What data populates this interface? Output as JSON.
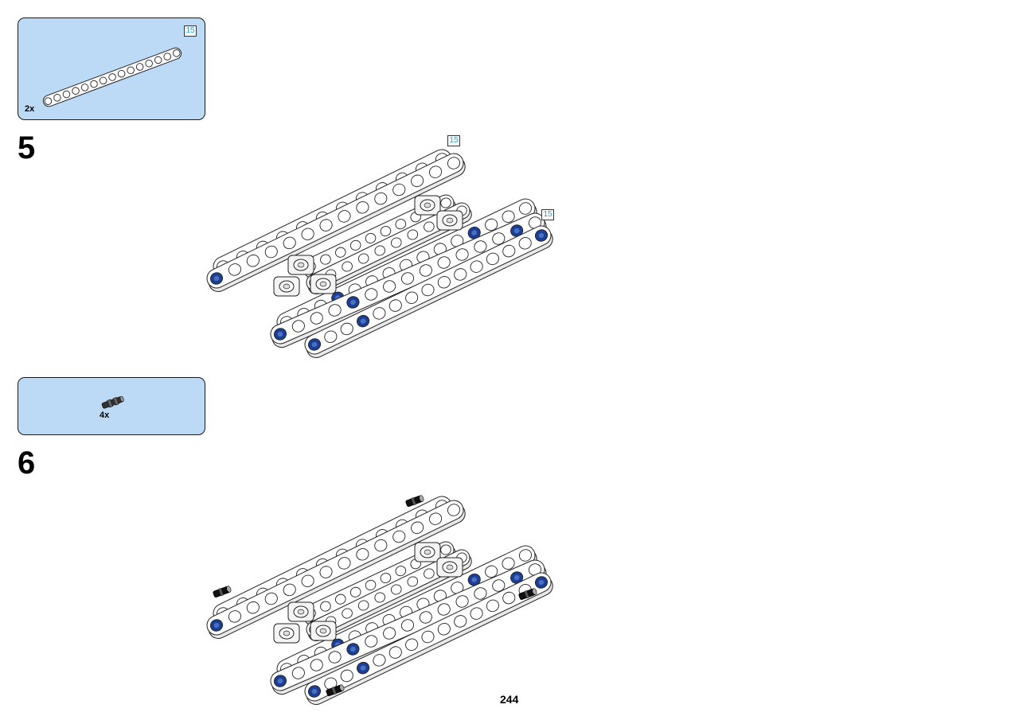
{
  "callout_1": {
    "quantity": "2x",
    "beam_length": "15"
  },
  "step_5": {
    "number": "5",
    "length_labels": [
      "15",
      "15"
    ]
  },
  "callout_2": {
    "quantity": "4x"
  },
  "step_6": {
    "number": "6"
  },
  "page_number": "244",
  "colors": {
    "callout_bg": "#bcd9f5",
    "beam": "#ffffff",
    "pin_blue": "#1a3f94",
    "axle_black": "#111111",
    "length_label": "#2aa0d8"
  },
  "icons": [
    "liftarm-beam-15-icon",
    "connector-pin-icon",
    "frame-assembly-step-5-icon",
    "frame-assembly-step-6-icon"
  ]
}
